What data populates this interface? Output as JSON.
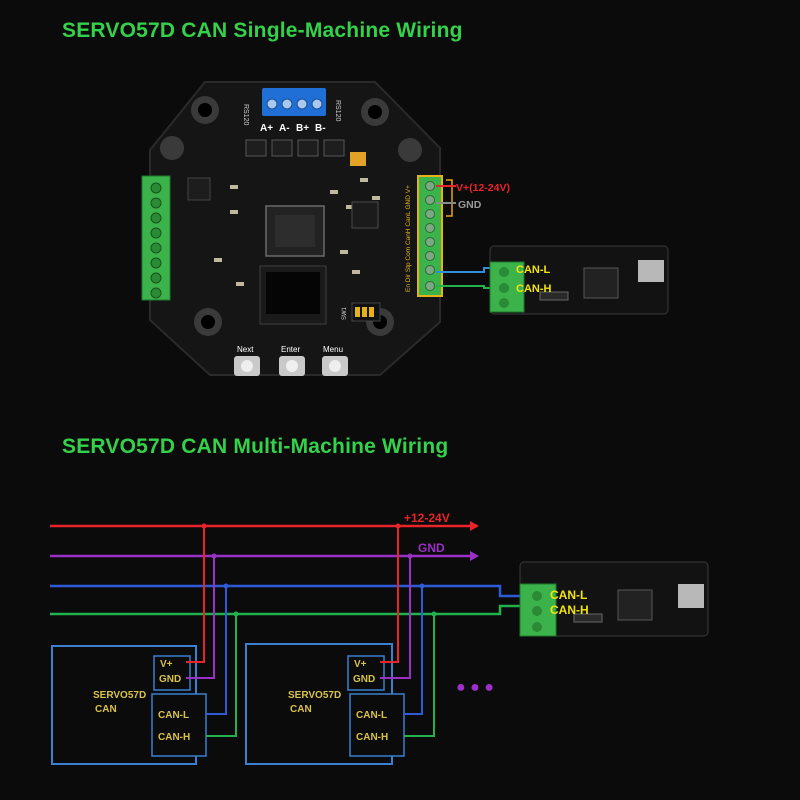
{
  "titles": {
    "single": "SERVO57D CAN Single-Machine Wiring",
    "multi": "SERVO57D CAN Multi-Machine Wiring"
  },
  "board": {
    "bus_pins": [
      "A+",
      "A-",
      "B+",
      "B-"
    ],
    "bus_res_left": "RS120",
    "bus_res_right": "RS120",
    "buttons": [
      "Next",
      "Enter",
      "Menu"
    ],
    "right_header": "En Dir Stp Com CanH CanL GND V+",
    "sw_label": "SW1"
  },
  "single": {
    "vplus": "V+(12-24V)",
    "gnd": "GND",
    "canl": "CAN-L",
    "canh": "CAN-H"
  },
  "multi": {
    "bus_vplus": "+12-24V",
    "bus_gnd": "GND",
    "canl": "CAN-L",
    "canh": "CAN-H",
    "ellipsis": "● ● ●",
    "drivers": [
      {
        "name": "SERVO57D",
        "sub": "CAN",
        "vplus": "V+",
        "gnd": "GND",
        "canl": "CAN-L",
        "canh": "CAN-H"
      },
      {
        "name": "SERVO57D",
        "sub": "CAN",
        "vplus": "V+",
        "gnd": "GND",
        "canl": "CAN-L",
        "canh": "CAN-H"
      }
    ]
  },
  "colors": {
    "title": "#34d14a",
    "power": "#e8232a",
    "gnd": "#9b30c8",
    "canl": "#2f5bd8",
    "canh": "#22b14c",
    "driver_box": "#3a7fd0",
    "driver_text": "#d8c24a",
    "can_adapter_label": "#f2e40c"
  }
}
